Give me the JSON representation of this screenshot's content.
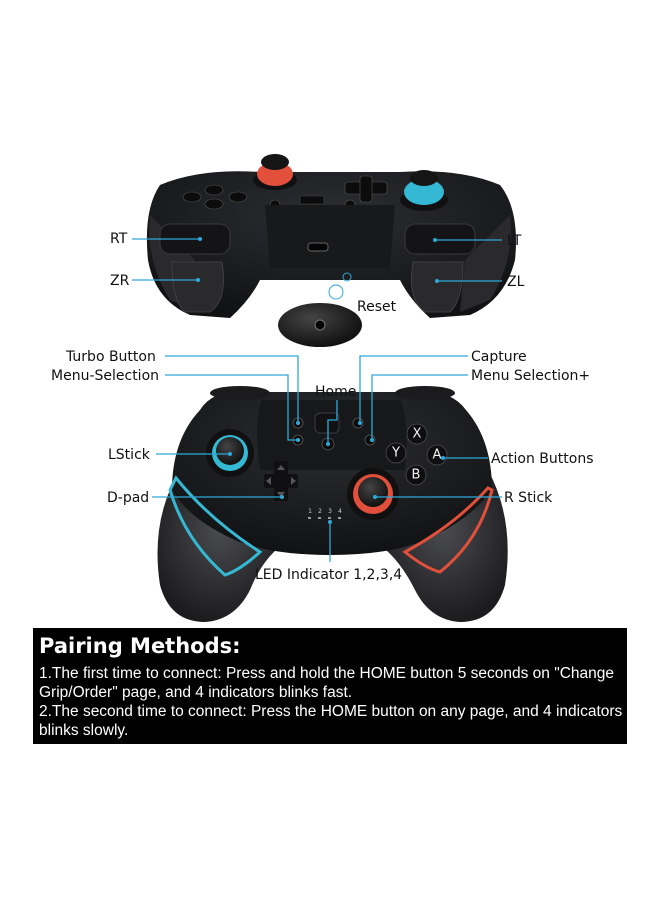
{
  "labels": {
    "rt": "RT",
    "lt": "LT",
    "zr": "ZR",
    "zl": "ZL",
    "reset": "Reset",
    "turbo_button": "Turbo Button",
    "menu_selection_left": "Menu-Selection",
    "home": "Home",
    "capture": "Capture",
    "menu_selection_right": "Menu Selection+",
    "lstick": "LStick",
    "action_buttons": "Action Buttons",
    "dpad": "D-pad",
    "rstick": "R Stick",
    "led_indicator": "LED Indicator 1,2,3,4"
  },
  "face_buttons": {
    "x": "X",
    "y": "Y",
    "a": "A",
    "b": "B"
  },
  "led_numbers": [
    "1",
    "2",
    "3",
    "4"
  ],
  "pairing": {
    "title": "Pairing Methods:",
    "steps": [
      "1.The first time to connect: Press and hold the HOME button 5 seconds on \"Change Grip/Order\" page, and 4 indicators blinks fast.",
      "2.The second time to connect: Press the HOME button on any page, and 4 indicators blinks slowly."
    ]
  },
  "colors": {
    "accent_blue": "#2ea8d8",
    "stick_blue": "#35b8d3",
    "stick_red": "#e2503c",
    "body": "#1e1f22",
    "panel_bg": "#000000"
  }
}
